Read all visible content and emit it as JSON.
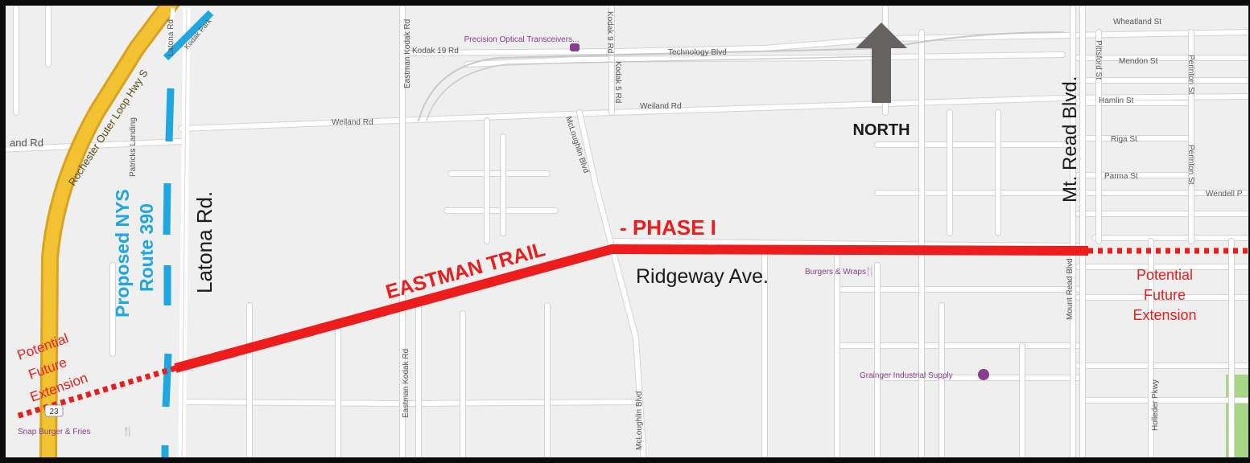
{
  "colors": {
    "background": "#efefef",
    "road": "#ffffff",
    "road_outline": "#d3d3d3",
    "highway": "#f2c233",
    "highway_outline": "#d9a21f",
    "trail": "#ee1c1c",
    "proposed_route": "#1ea7e1",
    "arrow": "#666262",
    "poi": "#8a3d8f",
    "label": "#555555",
    "park": "#a6d784",
    "frame": "#0b0b0b"
  },
  "street_labels": {
    "wheatland": "Wheatland St",
    "mendon": "Mendon St",
    "hamlin": "Hamlin St",
    "riga": "Riga St",
    "parma": "Parma St",
    "wendell": "Wendell P",
    "perinton_top": "Perinton St",
    "perinton_mid": "Perinton St",
    "pittsford": "Pittsford St",
    "technology": "Technology Blvd",
    "kodak19": "Kodak 19 Rd",
    "kodak9": "Kodak 9 Rd",
    "kodak5": "Kodak 5 Rd",
    "eastman_kodak_top": "Eastman Kodak Rd",
    "eastman_kodak_bottom": "Eastman Kodak Rd",
    "weiland_left": "Weiland Rd",
    "weiland_right": "Weiland Rd",
    "mcloughlin_top": "McLoughlin Blvd",
    "mcloughlin_bottom": "McLoughlin Blvd",
    "latona_small": "Latona Rd",
    "kodak_park": "Kodak Park",
    "patricks": "Patricks Landing",
    "mount_read": "Mount Read Blvd",
    "holleder": "Holleder Pkwy",
    "outer_loop": "Rochester Outer Loop Hwy S",
    "and_rd": "and Rd",
    "route_shield": "23"
  },
  "pois": {
    "precision": "Precision Optical Transceivers...",
    "burgers": "Burgers & Wraps",
    "grainger": "Grainger Industrial Supply",
    "snap": "Snap Burger & Fries"
  },
  "annotations": {
    "north": "NORTH",
    "mt_read": "Mt. Read Blvd.",
    "latona": "Latona Rd.",
    "proposed_line1": "Proposed NYS",
    "proposed_line2": "Route 390",
    "eastman_trail": "EASTMAN TRAIL",
    "phase": "-  PHASE I",
    "ridgeway": "Ridgeway Ave.",
    "future_right_1": "Potential",
    "future_right_2": "Future",
    "future_right_3": "Extension",
    "future_left_1": "Potential",
    "future_left_2": "Future",
    "future_left_3": "Extension"
  }
}
